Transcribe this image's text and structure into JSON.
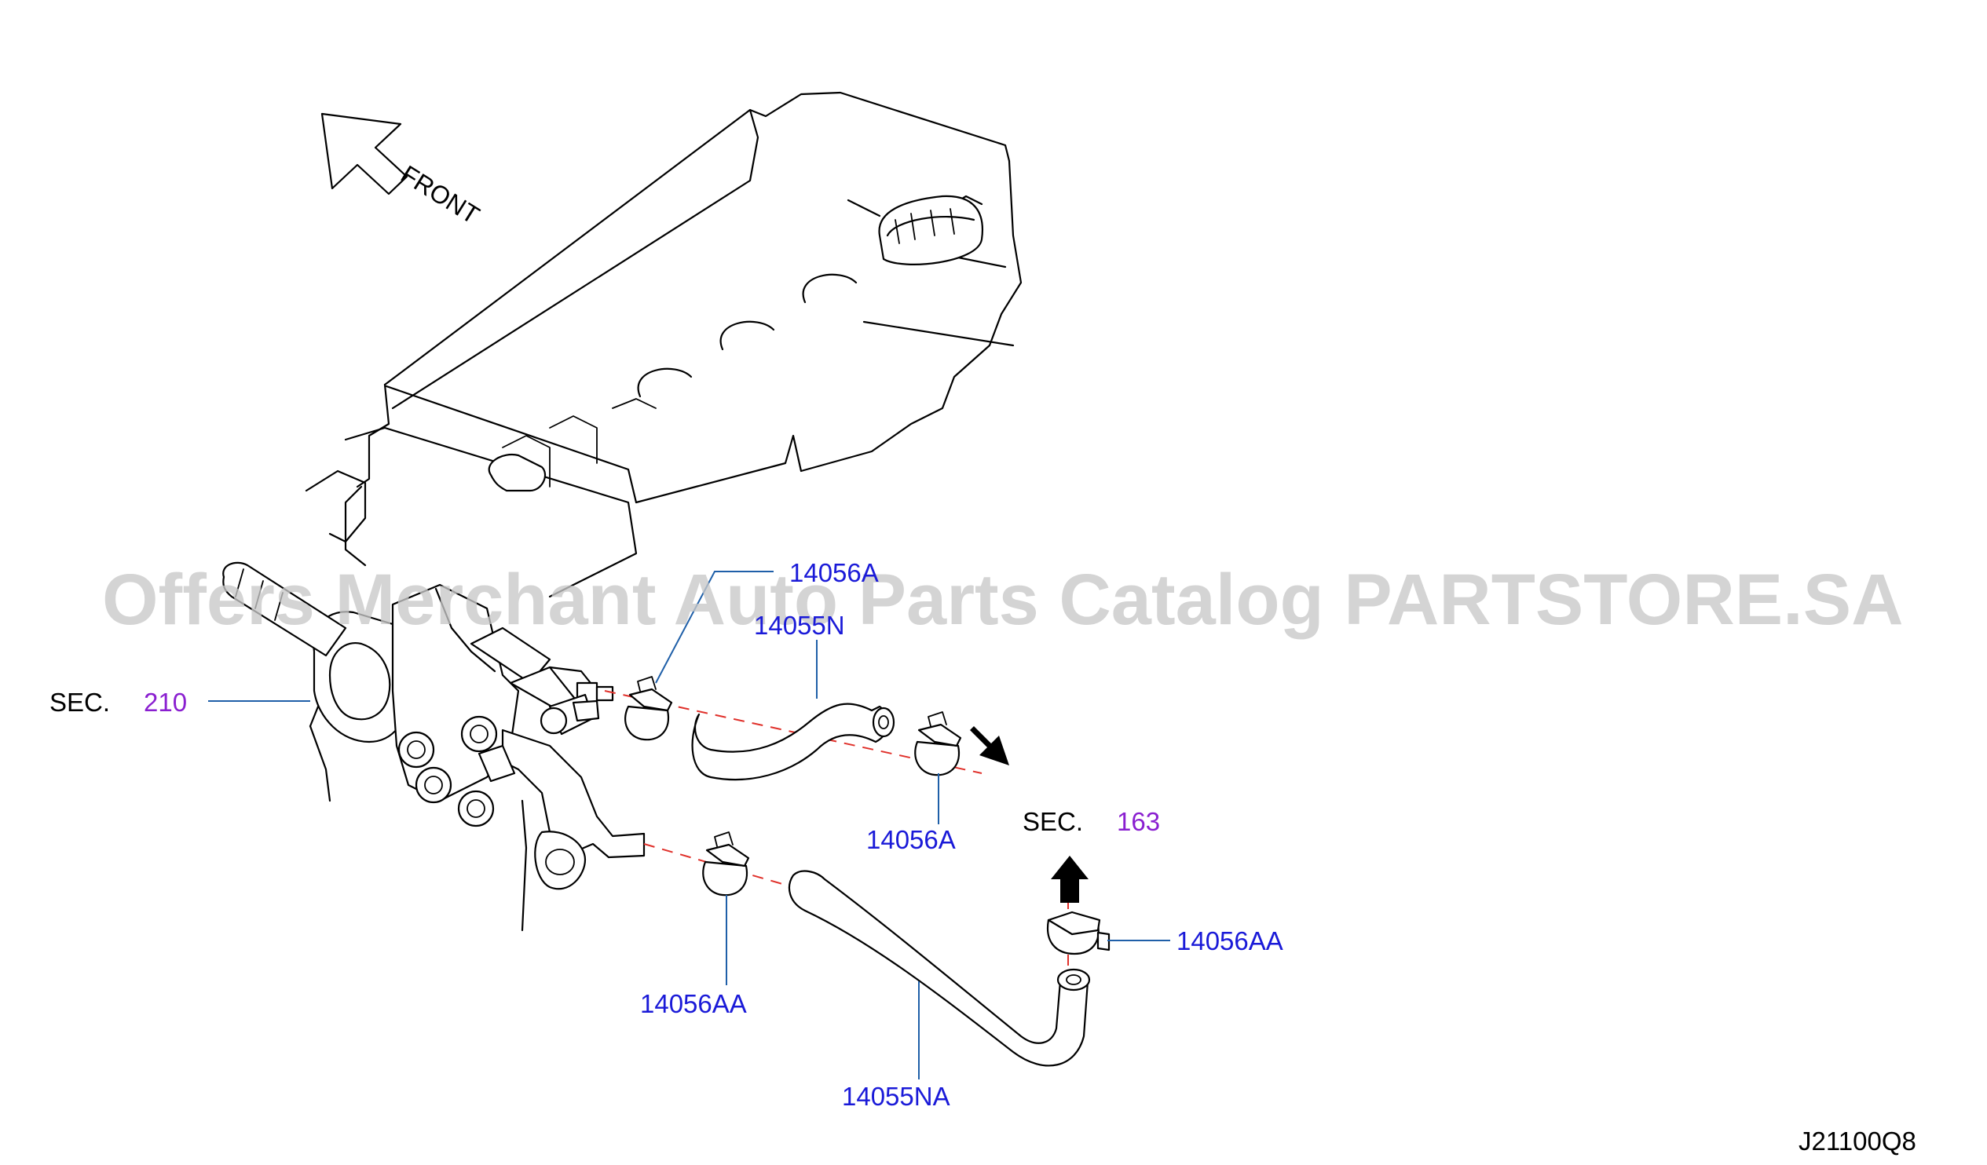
{
  "watermark": "Offers Merchant Auto Parts Catalog PARTSTORE.SA",
  "direction_label": "FRONT",
  "diagram_code": "J21100Q8",
  "sections": [
    {
      "prefix": "SEC.",
      "number": "210"
    },
    {
      "prefix": "SEC.",
      "number": "163"
    }
  ],
  "callouts": {
    "clamp_upper_left": "14056A",
    "hose_upper": "14055N",
    "clamp_upper_right": "14056A",
    "clamp_lower_left": "14056AA",
    "clamp_lower_right": "14056AA",
    "hose_lower": "14055NA"
  },
  "colors": {
    "part_number": "#1a1ad8",
    "section_number": "#8a1fd0",
    "leader_line": "#1f5fa8",
    "center_line": "#e0302a",
    "watermark": "#c8c8c8"
  }
}
